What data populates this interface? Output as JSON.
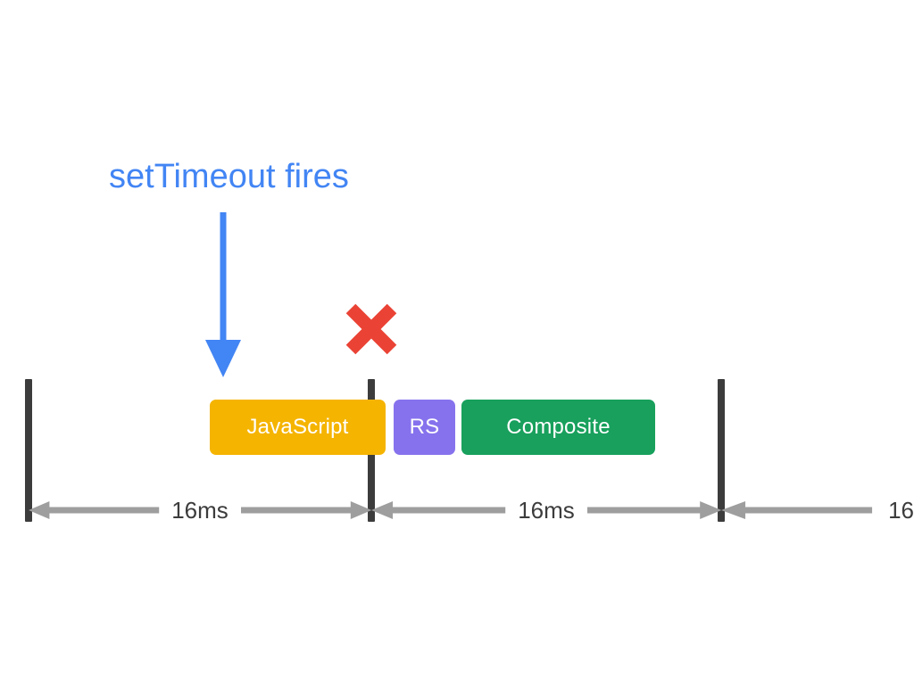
{
  "diagram": {
    "title": "setTimeout fires",
    "annotation": {
      "label": "setTimeout fires",
      "color": "#4285f4",
      "arrow_icon": "down-arrow-icon"
    },
    "missed_frame": {
      "icon": "red-x-icon",
      "color": "#ea4335"
    },
    "background_color": "#ffffff",
    "tick_color": "#3c3c3c",
    "measure_color": "#9e9e9e",
    "tasks": [
      {
        "label": "JavaScript",
        "color": "#f5b400",
        "name": "task-javascript"
      },
      {
        "label": "RS",
        "color": "#8672ed",
        "name": "task-rs"
      },
      {
        "label": "Composite",
        "color": "#18a05c",
        "name": "task-composite"
      }
    ],
    "measures": [
      {
        "label": "16ms"
      },
      {
        "label": "16ms"
      },
      {
        "label": "16"
      }
    ]
  }
}
